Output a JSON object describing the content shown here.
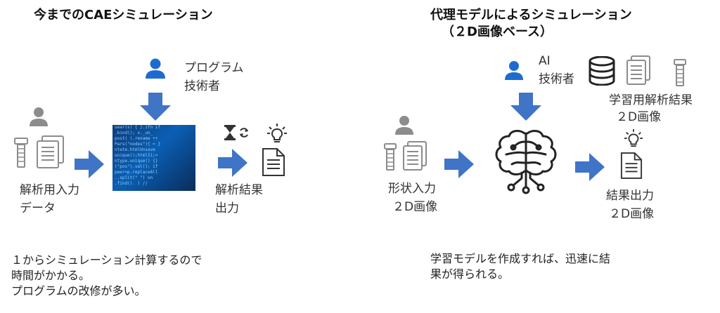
{
  "left": {
    "title": "今までのCAEシミュレーション",
    "engineer_label": [
      "プログラム",
      "技術者"
    ],
    "input_label": [
      "解析用入力",
      "データ"
    ],
    "output_label": [
      "解析結果",
      "出力"
    ],
    "note": [
      "１からシミュレーション計算するので",
      "時間がかかる。",
      "プログラムの改修が多い。"
    ]
  },
  "right": {
    "title": "代理モデルによるシミュレーション",
    "subtitle": "（２D画像ベース）",
    "ai_label": [
      "AI",
      "技術者"
    ],
    "training_label": [
      "学習用解析結果",
      "２D画像"
    ],
    "input_label": [
      "形状入力",
      "２D画像"
    ],
    "output_label": [
      "結果出力",
      "２D画像"
    ],
    "note": [
      "学習モデルを作成すれば、迅速に結",
      "果が得られる。"
    ]
  },
  "colors": {
    "accent_blue": "#3f74c7",
    "person_blue": "#1e6bd0",
    "icon_gray": "#8c8c8c",
    "icon_dark": "#333333"
  }
}
